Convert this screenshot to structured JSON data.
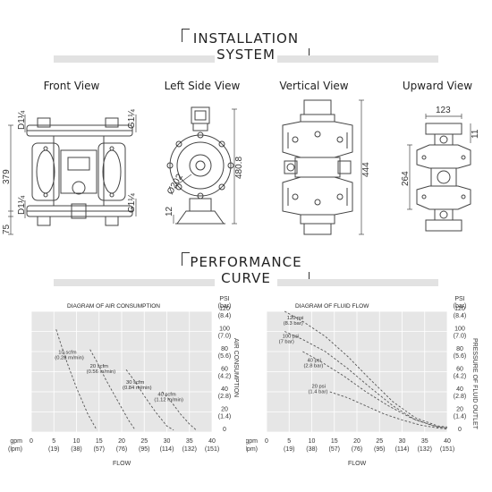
{
  "installation": {
    "title_line1": "INSTALLATION",
    "title_line2": "SYSTEM",
    "views": {
      "front": "Front View",
      "left_side": "Left Side View",
      "vertical": "Vertical View",
      "upward": "Upward View"
    },
    "dims": {
      "d_top": "D1¼",
      "d_bottom": "D1¼",
      "g_top": "G1¼",
      "g_bottom": "G1¼",
      "h379": "379",
      "h75": "75",
      "phi202": "Ø202",
      "h480": "480.8",
      "h12": "12",
      "h444": "444",
      "w123": "123",
      "h11": "11",
      "h264": "264"
    }
  },
  "performance": {
    "title_line1": "PERFORMANCE",
    "title_line2": "CURVE"
  },
  "chart_data": [
    {
      "type": "line",
      "title": "DIAGRAM OF AIR CONSUMPTION",
      "xlabel": "FLOW",
      "ylabel": "AIR CONSUMPTION",
      "x_tick_labels_gpm": [
        "0",
        "5",
        "10",
        "15",
        "20",
        "25",
        "30",
        "35",
        "40"
      ],
      "x_tick_labels_lpm": [
        "(19)",
        "(38)",
        "(57)",
        "(76)",
        "(95)",
        "(114)",
        "(132)",
        "(151)"
      ],
      "x_unit_gpm": "gpm",
      "x_unit_lpm": "(lpm)",
      "y_unit_psi": "PSI",
      "y_unit_bar": "(bar)",
      "y_tick_psi": [
        "120",
        "100",
        "80",
        "60",
        "40",
        "20",
        "0"
      ],
      "y_tick_bar": [
        "(8.4)",
        "(7.0)",
        "(5.6)",
        "(4.2)",
        "(2.8)",
        "(1.4)"
      ],
      "xlim": [
        0,
        40
      ],
      "ylim": [
        0,
        120
      ],
      "series": [
        {
          "name": "10 scfm (0.28 m/min)",
          "label1": "10 scfm",
          "label2": "(0.28 m/min)",
          "x": [
            5.5,
            6.5,
            8,
            10,
            12.5,
            14.5
          ],
          "y": [
            102,
            88,
            68,
            44,
            18,
            2
          ]
        },
        {
          "name": "20 scfm (0.56 m/min)",
          "label1": "20 scfm",
          "label2": "(0.56 m/min)",
          "x": [
            13,
            14.5,
            16.5,
            19,
            21.5,
            23
          ],
          "y": [
            82,
            70,
            52,
            32,
            12,
            2
          ]
        },
        {
          "name": "30 scfm (0.84 m/min)",
          "label1": "30 scfm",
          "label2": "(0.84 m/min)",
          "x": [
            21,
            23,
            25,
            27.5,
            30,
            31.5
          ],
          "y": [
            62,
            50,
            36,
            20,
            6,
            2
          ]
        },
        {
          "name": "40 scfm (1.12 m/min)",
          "label1": "40 scfm",
          "label2": "(1.12 m/min)",
          "x": [
            29,
            31,
            33,
            35,
            36.5
          ],
          "y": [
            40,
            30,
            18,
            8,
            2
          ]
        }
      ],
      "curve_color": "#555555",
      "grid": true
    },
    {
      "type": "line",
      "title": "DIAGRAM OF FLUID FLOW",
      "xlabel": "FLOW",
      "ylabel": "PRESSURE OF FLUID OUTLET",
      "x_tick_labels_gpm": [
        "0",
        "5",
        "10",
        "15",
        "20",
        "25",
        "30",
        "35",
        "40"
      ],
      "x_tick_labels_lpm": [
        "(19)",
        "(38)",
        "(57)",
        "(76)",
        "(95)",
        "(114)",
        "(132)",
        "(151)"
      ],
      "x_unit_gpm": "gpm",
      "x_unit_lpm": "(lpm)",
      "y_unit_psi": "PSI",
      "y_unit_bar": "(bar)",
      "y_tick_psi": [
        "120",
        "100",
        "80",
        "60",
        "40",
        "20",
        "0"
      ],
      "y_tick_bar": [
        "(8.4)",
        "(7.0)",
        "(5.6)",
        "(4.2)",
        "(2.8)",
        "(1.4)"
      ],
      "xlim": [
        0,
        40
      ],
      "ylim": [
        0,
        120
      ],
      "series": [
        {
          "name": "120 psi (8.3 bar)",
          "label1": "120 psi",
          "label2": "(8.3 bar)",
          "x": [
            4,
            8,
            13,
            18,
            23,
            28,
            33,
            38,
            40
          ],
          "y": [
            120,
            110,
            95,
            75,
            52,
            30,
            14,
            6,
            5
          ]
        },
        {
          "name": "100 psi (7 bar)",
          "label1": "100 psi",
          "label2": "(7 bar)",
          "x": [
            4,
            8,
            13,
            18,
            23,
            28,
            33,
            38,
            40
          ],
          "y": [
            100,
            92,
            80,
            63,
            44,
            26,
            12,
            5,
            4
          ]
        },
        {
          "name": "40 psi (2.8 bar)",
          "label1": "40 psi",
          "label2": "(2.8 bar)",
          "x": [
            8,
            12,
            17,
            22,
            27,
            32,
            37,
            40
          ],
          "y": [
            80,
            70,
            56,
            40,
            26,
            14,
            6,
            4
          ]
        },
        {
          "name": "20 psi (1.4 bar)",
          "label1": "20 psi",
          "label2": "(1.4 bar)",
          "x": [
            14,
            18,
            22,
            26,
            30,
            34,
            38,
            40
          ],
          "y": [
            40,
            34,
            26,
            18,
            12,
            7,
            4,
            3
          ]
        }
      ],
      "curve_color": "#555555",
      "grid": true
    }
  ]
}
